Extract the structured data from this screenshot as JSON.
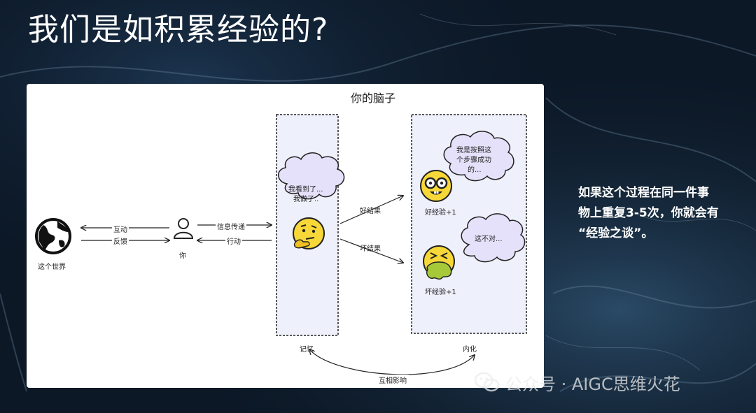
{
  "slide": {
    "title": "我们是如积累经验的?"
  },
  "diagram": {
    "title": "你的脑子",
    "world": {
      "label": "这个世界"
    },
    "person": {
      "label": "你"
    },
    "edges": {
      "interact": "互动",
      "feedback": "反馈",
      "info_transfer": "信息传递",
      "action": "行动",
      "good_result": "好结果",
      "bad_result": "坏结果",
      "mutual_influence": "互相影响"
    },
    "memory": {
      "label": "记忆",
      "thought_lines": [
        "我看到了...",
        "我做了.."
      ]
    },
    "internalize": {
      "label": "内化",
      "good_thought_lines": [
        "我是按照这",
        "个步骤成功",
        "的..."
      ],
      "bad_thought": "这不对...",
      "good_label": "好经验+1",
      "bad_label": "坏经验+1"
    }
  },
  "side_text": {
    "lines": [
      "如果这个过程在同一件事",
      "物上重复3-5次，你就会有",
      "“经验之谈”。"
    ]
  },
  "watermark": {
    "text": "公众号 · AIGC思维火花"
  },
  "colors": {
    "background": "#0d1a2a",
    "box_fill": "#eef0fb",
    "emoji_yellow": "#f7d838",
    "emoji_outline": "#222222",
    "sick_green": "#a6c93a",
    "cloud_fill": "#e6e1fa"
  }
}
